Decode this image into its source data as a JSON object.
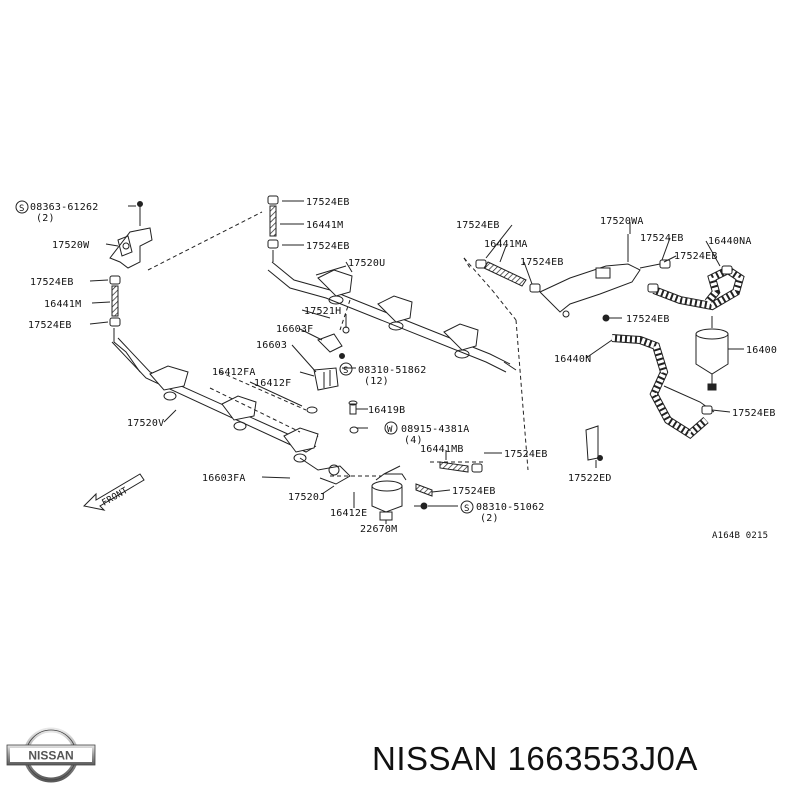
{
  "brand": {
    "logo_text": "NISSAN",
    "part_title": "NISSAN 1663553J0A"
  },
  "diagram_code": "A164B 0215",
  "front_label": "FRONT",
  "callouts": {
    "c1": "08363-61262",
    "c1q": "(2)",
    "c2": "17520W",
    "c3": "17524EB",
    "c4": "16441M",
    "c5": "17524EB",
    "c6": "17524EB",
    "c7": "16441M",
    "c8": "17524EB",
    "c9": "17520U",
    "c10": "17521H",
    "c11": "16603F",
    "c12": "16603",
    "c13": "08310-51862",
    "c13q": "(12)",
    "c14": "16412FA",
    "c15": "16412F",
    "c16": "16419B",
    "c17": "08915-4381A",
    "c17q": "(4)",
    "c18": "17520V",
    "c19": "16441MB",
    "c20": "17524EB",
    "c21": "16603FA",
    "c22": "17524EB",
    "c23": "17520J",
    "c24": "16412E",
    "c25": "08310-51062",
    "c25q": "(2)",
    "c26": "22670M",
    "c27": "17524EB",
    "c28": "16441MA",
    "c29": "17524EB",
    "c30": "17520WA",
    "c31": "17524EB",
    "c32": "16440NA",
    "c33": "17524EB",
    "c34": "17524EB",
    "c35": "16440N",
    "c36": "16400",
    "c37": "17524EB",
    "c38": "17522ED"
  }
}
